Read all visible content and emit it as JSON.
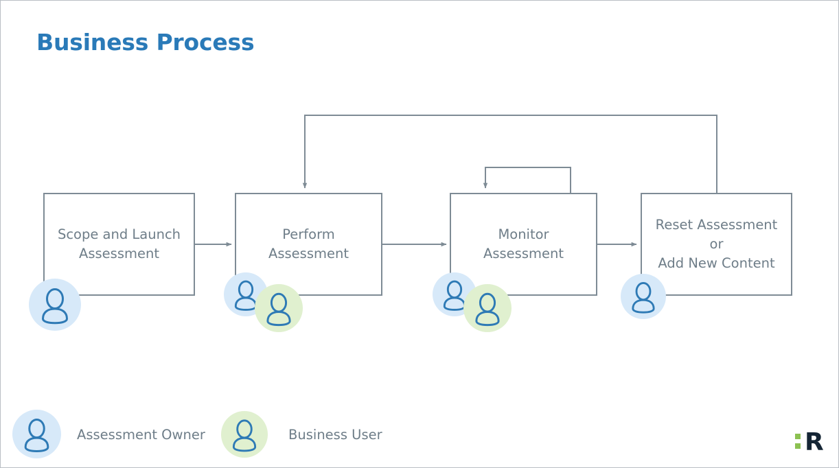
{
  "slide": {
    "title": "Business Process",
    "title_color": "#2a7ab8",
    "background": "#ffffff",
    "border_color": "#b9bec4"
  },
  "diagram": {
    "type": "flowchart",
    "connector_color": "#7e8b95",
    "box_border_color": "#7e8b95",
    "box_text_color": "#6e7d88",
    "steps": [
      {
        "id": "scope-and-launch-assessment",
        "label": "Scope and Launch\nAssessment",
        "roles": [
          "Assessment Owner"
        ]
      },
      {
        "id": "perform-assessment",
        "label": "Perform Assessment",
        "roles": [
          "Assessment Owner",
          "Business User"
        ]
      },
      {
        "id": "monitor-assessment",
        "label": "Monitor Assessment",
        "roles": [
          "Assessment Owner",
          "Business User"
        ]
      },
      {
        "id": "reset-assessment-or-add-new-content",
        "label": "Reset Assessment or\nAdd New Content",
        "roles": [
          "Assessment Owner"
        ]
      }
    ],
    "connections": [
      {
        "from": "scope-and-launch-assessment",
        "to": "perform-assessment",
        "kind": "arrow"
      },
      {
        "from": "perform-assessment",
        "to": "monitor-assessment",
        "kind": "arrow"
      },
      {
        "from": "monitor-assessment",
        "to": "reset-assessment-or-add-new-content",
        "kind": "arrow"
      },
      {
        "from": "monitor-assessment",
        "to": "monitor-assessment",
        "kind": "self-loop"
      },
      {
        "from": "reset-assessment-or-add-new-content",
        "to": "perform-assessment",
        "kind": "feedback-loop"
      }
    ]
  },
  "legend": {
    "items": [
      {
        "label": "Assessment Owner",
        "swatch": "#d7e9f9",
        "icon": "person-icon"
      },
      {
        "label": "Business User",
        "swatch": "#e0f0cf",
        "icon": "person-icon"
      }
    ]
  },
  "logo": {
    "letter": "R",
    "letter_color": "#152535",
    "dot_color": "#8cc152"
  }
}
